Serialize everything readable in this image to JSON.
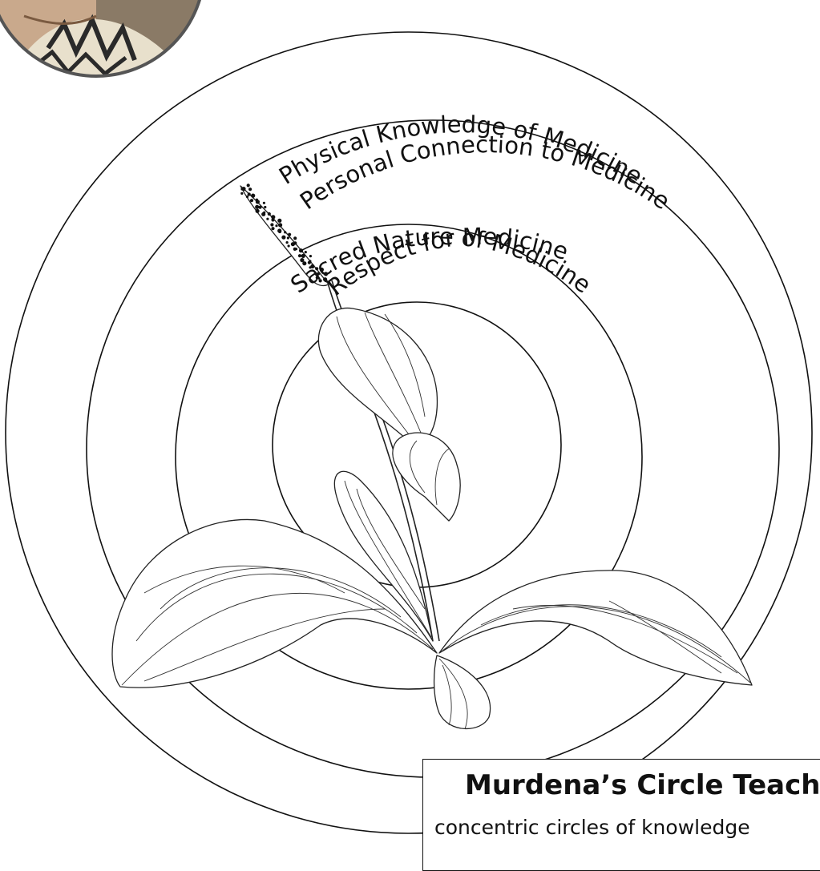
{
  "rings": [
    {
      "label": "Physical Knowledge of Medicine"
    },
    {
      "label": "Personal Connection to Medicine"
    },
    {
      "label": "Respect for Medicine"
    },
    {
      "label": "Sacred Nature of Medicine"
    }
  ],
  "caption": {
    "title": "Murdena’s Circle Teachings",
    "text": "concentric circles of knowledge"
  },
  "photo": {
    "icon": "person-photo"
  },
  "illustration": {
    "icon": "plantain-plant-icon"
  }
}
